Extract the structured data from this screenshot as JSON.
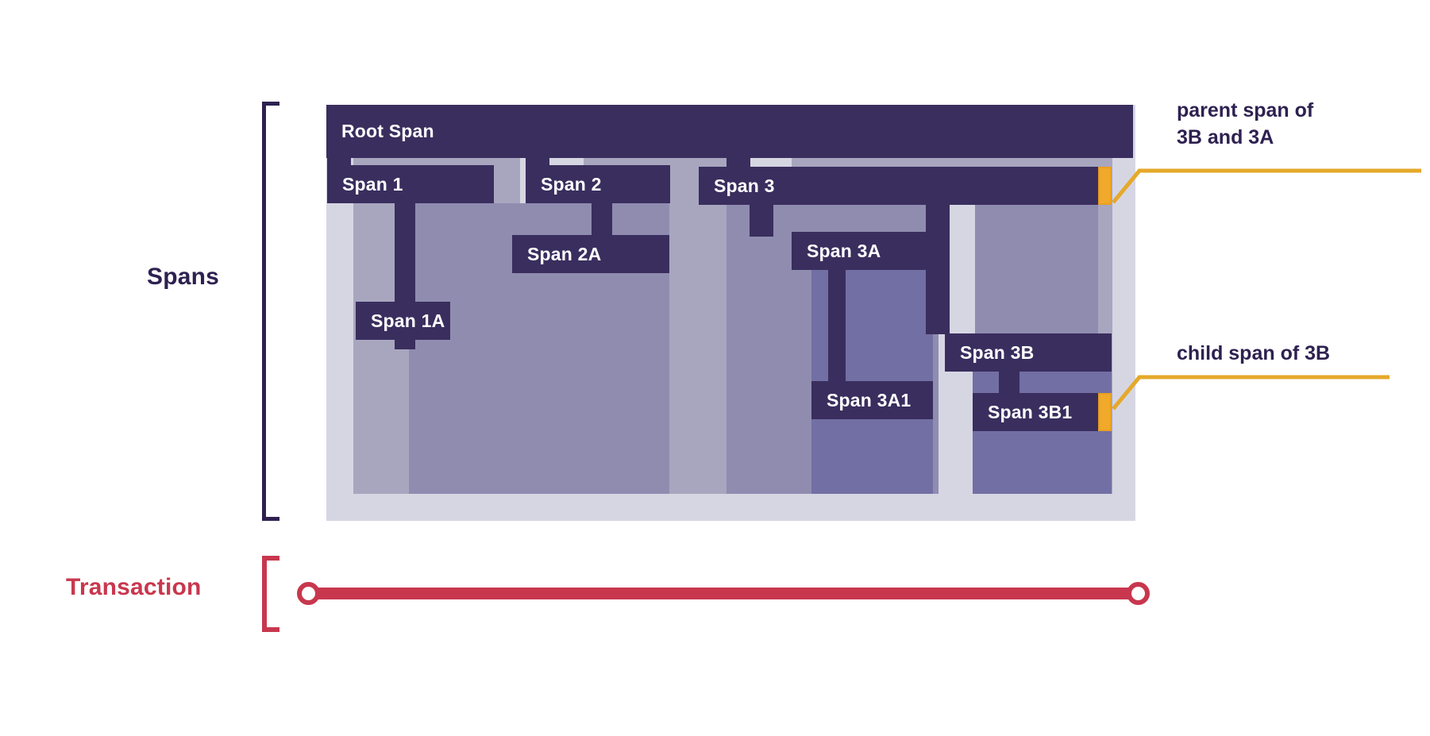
{
  "labels": {
    "spans": "Spans",
    "transaction": "Transaction"
  },
  "colors": {
    "dark_purple": "#3A2E5E",
    "text_purple": "#2E2150",
    "panel_bg": "#D6D6E3",
    "lane_level1": "#A8A6BF",
    "lane_level2": "#8F8CB0",
    "lane_level3": "#726FA4",
    "highlight_orange": "#F0A92B",
    "transaction_red": "#C8374E"
  },
  "spans": {
    "root": {
      "label": "Root Span"
    },
    "group1": {
      "parent": {
        "label": "Span 1"
      },
      "child": {
        "label": "Span 1A"
      }
    },
    "group2": {
      "parent": {
        "label": "Span 2"
      },
      "child": {
        "label": "Span 2A"
      }
    },
    "group3": {
      "parent": {
        "label": "Span 3"
      },
      "child_a": {
        "label": "Span 3A"
      },
      "child_a1": {
        "label": "Span 3A1"
      },
      "child_b": {
        "label": "Span 3B"
      },
      "child_b1": {
        "label": "Span 3B1"
      }
    }
  },
  "annotations": {
    "parent_span": "parent span of\n3B and 3A",
    "child_span": "child span of 3B"
  }
}
